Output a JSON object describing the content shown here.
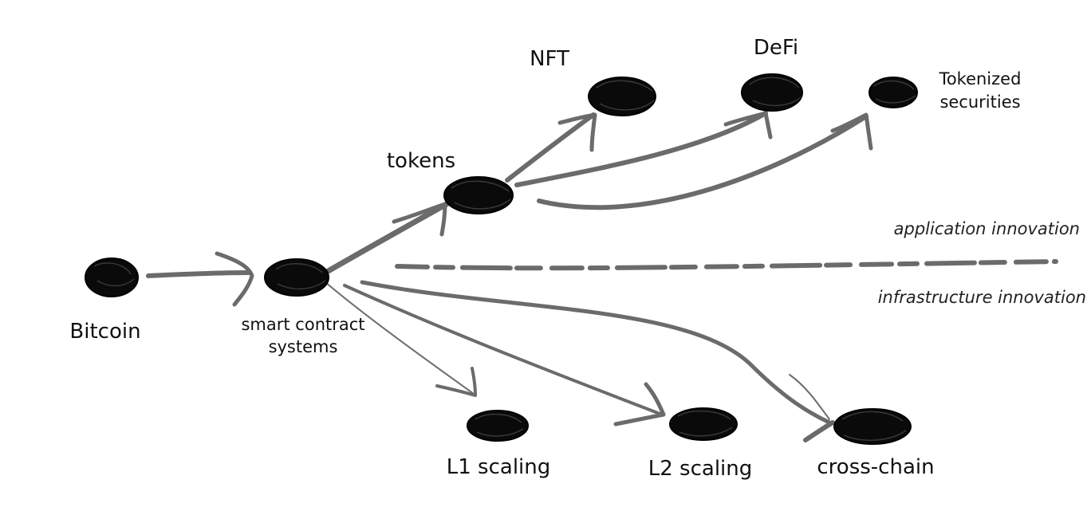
{
  "nodes": {
    "bitcoin": {
      "label": "Bitcoin"
    },
    "smart_contract": {
      "line1": "smart contract",
      "line2": "systems"
    },
    "tokens": {
      "label": "tokens"
    },
    "nft": {
      "label": "NFT"
    },
    "defi": {
      "label": "DeFi"
    },
    "tokenized": {
      "line1": "Tokenized",
      "line2": "securities"
    },
    "l1": {
      "label": "L1 scaling"
    },
    "l2": {
      "label": "L2 scaling"
    },
    "cross_chain": {
      "label": "cross-chain"
    }
  },
  "layers": {
    "application": "application innovation",
    "infrastructure": "infrastructure innovation"
  },
  "colors": {
    "edge": "#6b6b6b",
    "node": "#0a0a0a"
  }
}
